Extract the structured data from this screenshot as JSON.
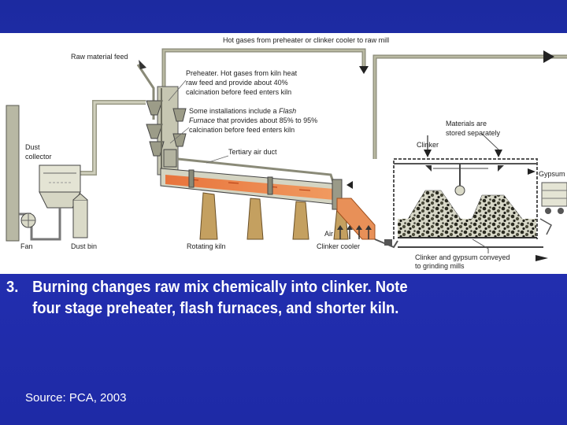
{
  "diagram": {
    "labels": {
      "hot_gases": "Hot gases from preheater or clinker cooler to raw mill",
      "raw_material_feed": "Raw material feed",
      "preheater_1": "Preheater. Hot gases from kiln heat",
      "preheater_2": "raw feed and provide about 40%",
      "preheater_3": "calcination before feed enters kiln",
      "flash_1_a": "Some installations include a ",
      "flash_1_b": "Flash",
      "flash_2_a": "Furnace",
      "flash_2_b": " that provides about 85% to 95%",
      "flash_3": "calcination before feed enters kiln",
      "tertiary_air": "Tertiary air duct",
      "materials_1": "Materials are",
      "materials_2": "stored separately",
      "clinker": "Clinker",
      "gypsum": "Gypsum",
      "dust_collector_1": "Dust",
      "dust_collector_2": "collector",
      "fan": "Fan",
      "dust_bin": "Dust bin",
      "rotating_kiln": "Rotating kiln",
      "air": "Air",
      "clinker_cooler": "Clinker cooler",
      "conveyed_1": "Clinker and gypsum conveyed",
      "conveyed_2": "to grinding mills"
    }
  },
  "caption": {
    "number": "3.",
    "line1": "Burning changes raw mix chemically into clinker. Note",
    "line2": "four stage preheater, flash furnaces, and shorter kiln."
  },
  "source": "Source: PCA, 2003"
}
